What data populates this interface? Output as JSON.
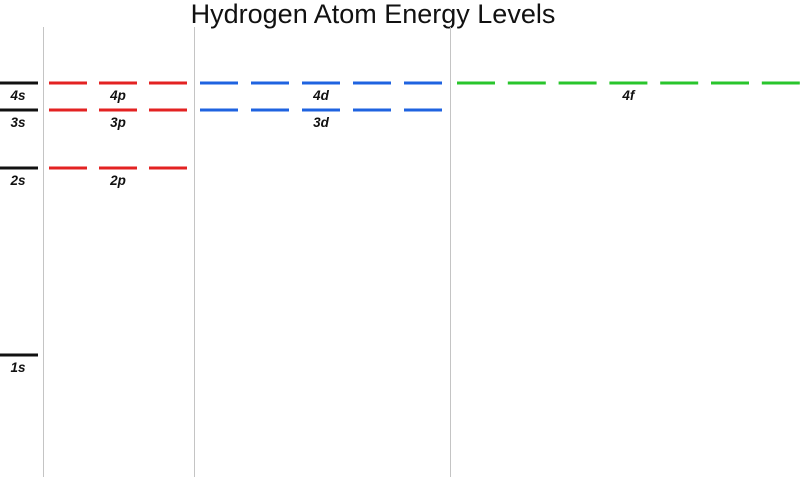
{
  "title": "Hydrogen Atom Energy Levels",
  "colors": {
    "s": "#111111",
    "p": "#e32222",
    "d": "#1f63e0",
    "f": "#29c52c",
    "divider": "#c4c4c4"
  },
  "orbitals": [
    {
      "id": "1s",
      "label": "1s",
      "n": 1,
      "type": "s",
      "count": 1
    },
    {
      "id": "2s",
      "label": "2s",
      "n": 2,
      "type": "s",
      "count": 1
    },
    {
      "id": "2p",
      "label": "2p",
      "n": 2,
      "type": "p",
      "count": 3
    },
    {
      "id": "3s",
      "label": "3s",
      "n": 3,
      "type": "s",
      "count": 1
    },
    {
      "id": "3p",
      "label": "3p",
      "n": 3,
      "type": "p",
      "count": 3
    },
    {
      "id": "3d",
      "label": "3d",
      "n": 3,
      "type": "d",
      "count": 5
    },
    {
      "id": "4s",
      "label": "4s",
      "n": 4,
      "type": "s",
      "count": 1
    },
    {
      "id": "4p",
      "label": "4p",
      "n": 4,
      "type": "p",
      "count": 3
    },
    {
      "id": "4d",
      "label": "4d",
      "n": 4,
      "type": "d",
      "count": 5
    },
    {
      "id": "4f",
      "label": "4f",
      "n": 4,
      "type": "f",
      "count": 7
    }
  ]
}
